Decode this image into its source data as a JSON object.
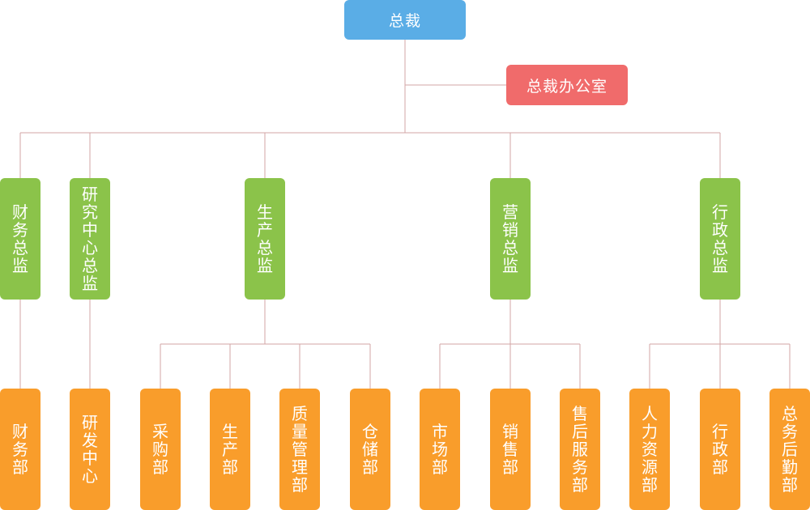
{
  "colors": {
    "connector": "#d3a6a6",
    "ceo": "#5aade6",
    "office": "#f06b6b",
    "director": "#8bc34a",
    "department": "#f99d2b"
  },
  "root": {
    "label": "总裁"
  },
  "office": {
    "label": "总裁办公室"
  },
  "directors": [
    {
      "label": "财务总监",
      "departments": [
        {
          "label": "财务部"
        }
      ]
    },
    {
      "label": "研究中心总监",
      "departments": [
        {
          "label": "研发中心"
        }
      ]
    },
    {
      "label": "生产总监",
      "departments": [
        {
          "label": "采购部"
        },
        {
          "label": "生产部"
        },
        {
          "label": "质量管理部"
        },
        {
          "label": "仓储部"
        }
      ]
    },
    {
      "label": "营销总监",
      "departments": [
        {
          "label": "市场部"
        },
        {
          "label": "销售部"
        },
        {
          "label": "售后服务部"
        }
      ]
    },
    {
      "label": "行政总监",
      "departments": [
        {
          "label": "人力资源部"
        },
        {
          "label": "行政部"
        },
        {
          "label": "总务后勤部"
        }
      ]
    }
  ]
}
